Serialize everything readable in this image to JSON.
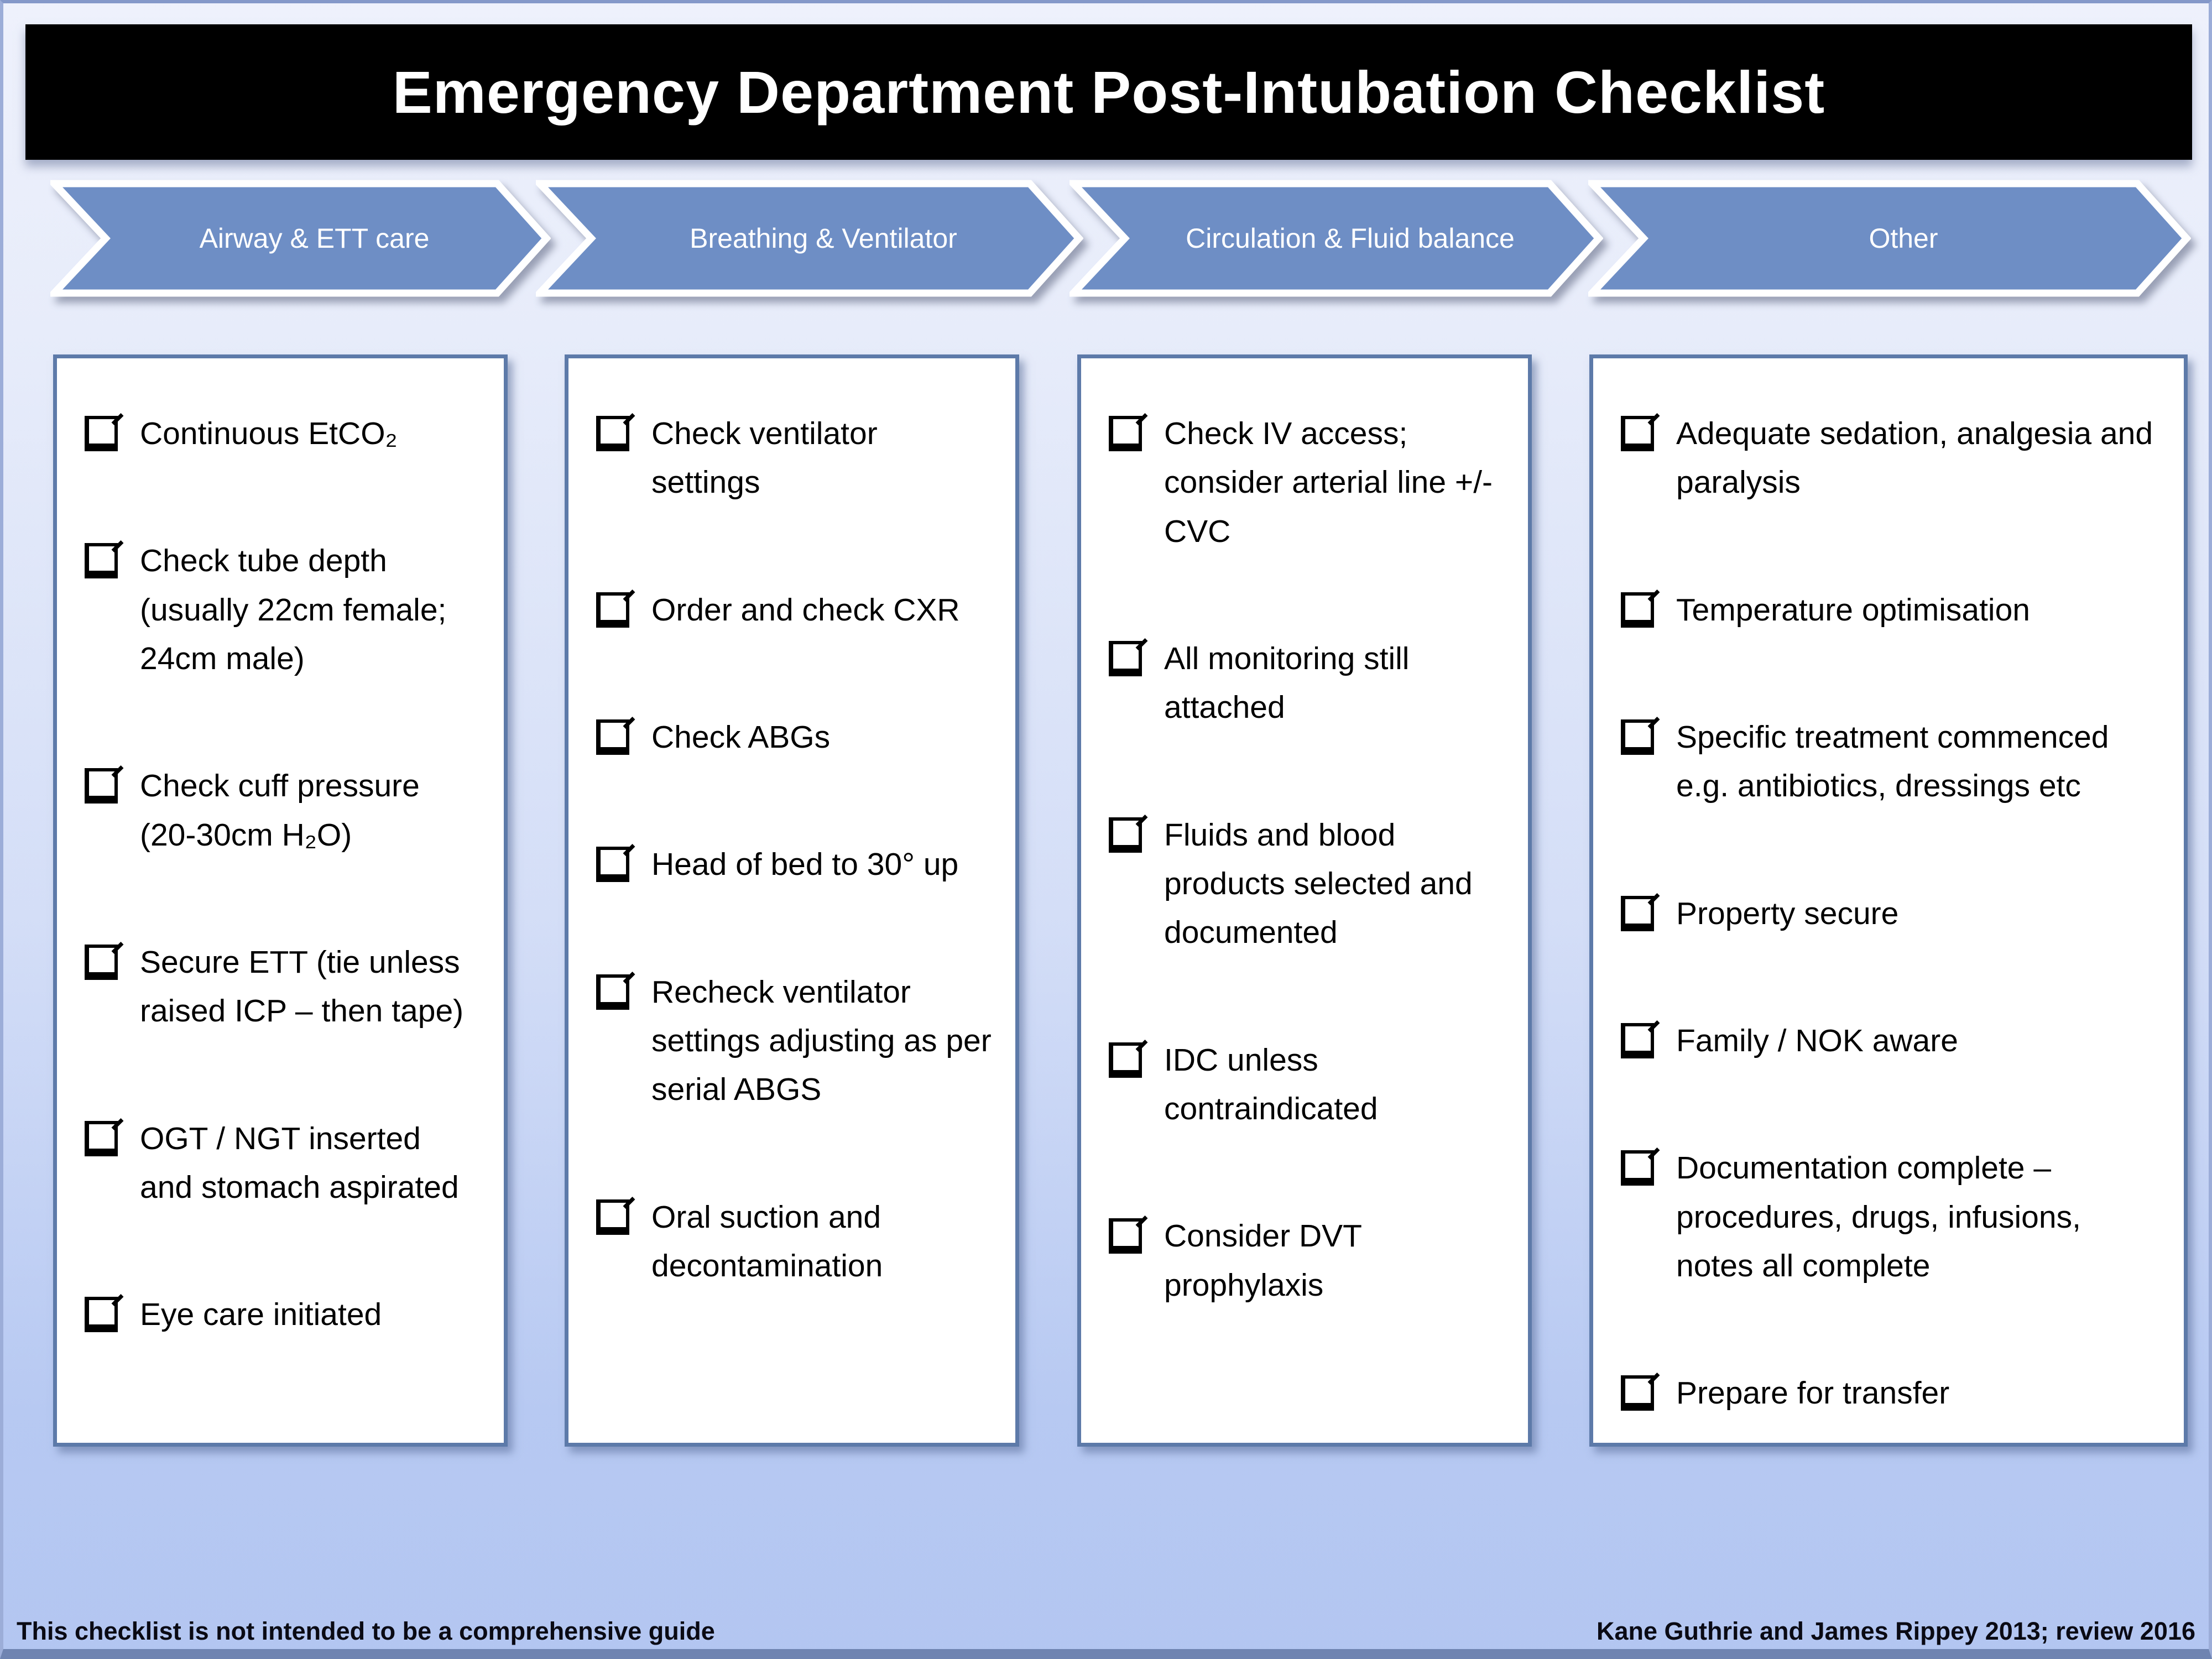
{
  "page": {
    "title": "Emergency Department Post-Intubation Checklist",
    "footer_left": "This checklist is not intended to be a comprehensive guide",
    "footer_right": "Kane Guthrie and James Rippey 2013; review 2016",
    "colors": {
      "arrow_blue": "#6e8ec5",
      "card_border": "#5d7aa9",
      "title_background": "#000000",
      "background_top": "#eef1fc",
      "background_bottom": "#b3c6f1",
      "bottom_strip": "#6f84b1"
    }
  },
  "arrows": [
    {
      "label": "Airway & ETT care"
    },
    {
      "label": "Breathing & Ventilator"
    },
    {
      "label": "Circulation & Fluid balance"
    },
    {
      "label": "Other"
    }
  ],
  "columns": [
    {
      "category": "Airway & ETT care",
      "items": [
        {
          "text": "Continuous EtCO₂"
        },
        {
          "text": "Check tube depth (usually 22cm female; 24cm male)"
        },
        {
          "text": "Check cuff pressure (20-30cm H₂O)"
        },
        {
          "text": "Secure ETT (tie unless raised ICP – then tape)"
        },
        {
          "text": "OGT / NGT inserted and stomach aspirated"
        },
        {
          "text": "Eye care initiated"
        }
      ]
    },
    {
      "category": "Breathing & Ventilator",
      "items": [
        {
          "text": "Check ventilator settings"
        },
        {
          "text": "Order and check CXR"
        },
        {
          "text": "Check ABGs"
        },
        {
          "text": "Head of bed to 30° up"
        },
        {
          "text": "Recheck ventilator settings adjusting as per serial ABGS"
        },
        {
          "text": "Oral suction and decontamination"
        }
      ]
    },
    {
      "category": "Circulation & Fluid balance",
      "items": [
        {
          "text": "Check IV access; consider arterial line +/- CVC"
        },
        {
          "text": "All monitoring still attached"
        },
        {
          "text": "Fluids and blood products selected and documented"
        },
        {
          "text": "IDC unless contraindicated"
        },
        {
          "text": "Consider DVT prophylaxis"
        }
      ]
    },
    {
      "category": "Other",
      "items": [
        {
          "text": "Adequate sedation, analgesia and paralysis"
        },
        {
          "text": "Temperature optimisation"
        },
        {
          "text": "Specific treatment commenced e.g. antibiotics, dressings etc"
        },
        {
          "text": "Property secure"
        },
        {
          "text": "Family / NOK aware"
        },
        {
          "text": "Documentation complete – procedures, drugs, infusions, notes all complete"
        },
        {
          "text": "Prepare for transfer"
        }
      ]
    }
  ]
}
